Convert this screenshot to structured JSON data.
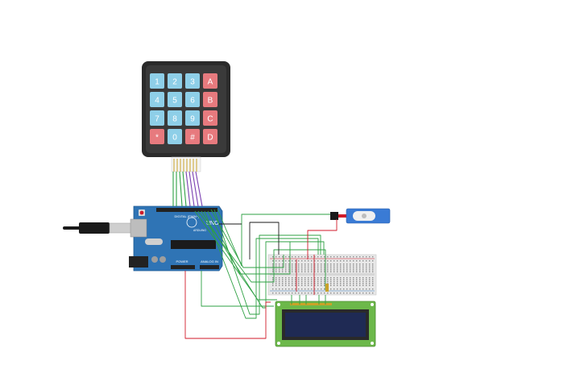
{
  "keypad": {
    "keys": [
      {
        "label": "1",
        "kind": "num"
      },
      {
        "label": "2",
        "kind": "num"
      },
      {
        "label": "3",
        "kind": "num"
      },
      {
        "label": "A",
        "kind": "letter"
      },
      {
        "label": "4",
        "kind": "num"
      },
      {
        "label": "5",
        "kind": "num"
      },
      {
        "label": "6",
        "kind": "num"
      },
      {
        "label": "B",
        "kind": "letter"
      },
      {
        "label": "7",
        "kind": "num"
      },
      {
        "label": "8",
        "kind": "num"
      },
      {
        "label": "9",
        "kind": "num"
      },
      {
        "label": "C",
        "kind": "letter"
      },
      {
        "label": "*",
        "kind": "sym"
      },
      {
        "label": "0",
        "kind": "num"
      },
      {
        "label": "#",
        "kind": "sym"
      },
      {
        "label": "D",
        "kind": "letter"
      }
    ]
  },
  "arduino": {
    "logo_text": "UNO",
    "brand_text": "ARDUINO",
    "digital_label": "DIGITAL (PWM~)",
    "power_label": "POWER",
    "analog_label": "ANALOG IN"
  },
  "colors": {
    "key_num": "#8ecfe8",
    "key_letter": "#e77a7e",
    "keypad_body": "#2b2b2b",
    "arduino_board": "#2f74b5",
    "wire_green": "#2ea043",
    "wire_red": "#d11a2a",
    "wire_black": "#1a1a1a",
    "wire_purple": "#7a3fb0",
    "lcd_board": "#6cb84a",
    "lcd_screen": "#1f2a54",
    "servo_body": "#3a7bd5"
  }
}
